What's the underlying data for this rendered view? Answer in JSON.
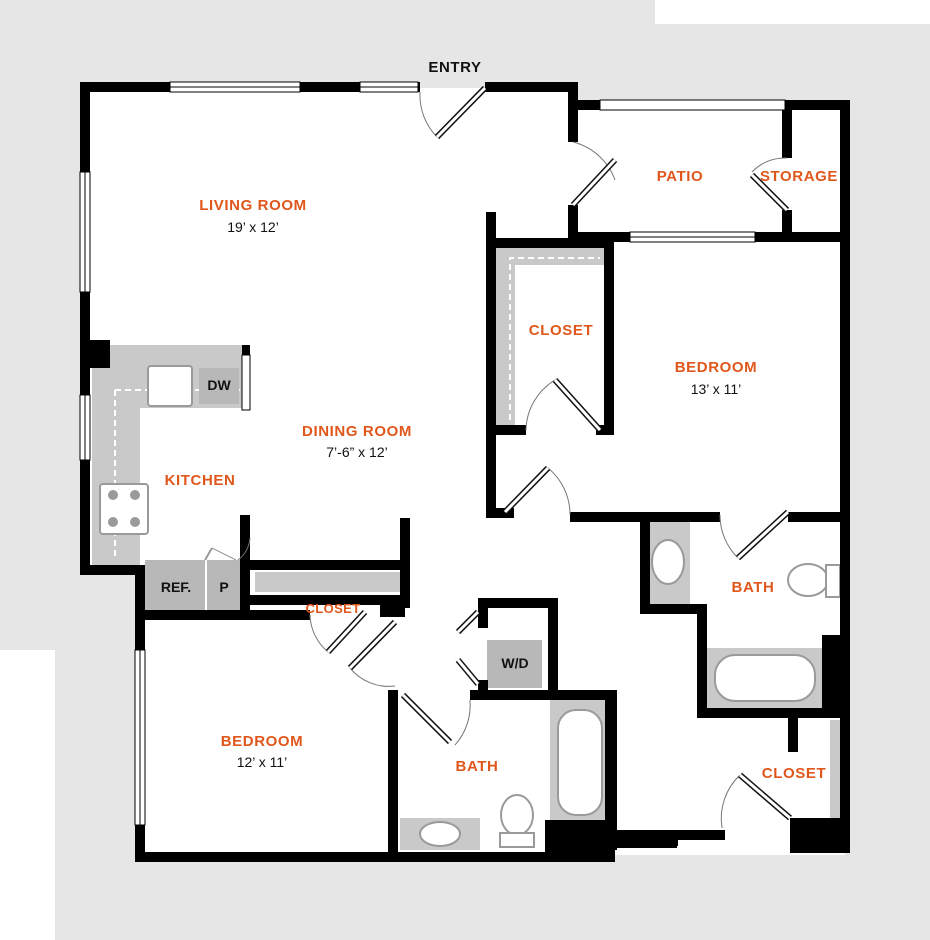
{
  "colors": {
    "background_shade": "#e6e6e6",
    "wall": "#000000",
    "label_accent": "#e0571c",
    "label_dark": "#111111",
    "counter": "#c9c9c9"
  },
  "labels": {
    "entry": "ENTRY",
    "living_room": {
      "name": "LIVING ROOM",
      "dimensions": "19’ x  12’"
    },
    "dining_room": {
      "name": "DINING ROOM",
      "dimensions": "7’-6” x 12’"
    },
    "kitchen": {
      "name": "KITCHEN"
    },
    "patio": {
      "name": "PATIO"
    },
    "storage": {
      "name": "STORAGE"
    },
    "closet_master": {
      "name": "CLOSET"
    },
    "bedroom_master": {
      "name": "BEDROOM",
      "dimensions": "13’ x 11’"
    },
    "bath_master": {
      "name": "BATH"
    },
    "closet_hall": {
      "name": "CLOSET"
    },
    "bedroom_second": {
      "name": "BEDROOM",
      "dimensions": "12’ x 11’"
    },
    "bath_second": {
      "name": "BATH"
    },
    "closet_right": {
      "name": "CLOSET"
    }
  },
  "fixtures": {
    "dishwasher": "DW",
    "refrigerator": "REF.",
    "pantry": "P",
    "washer_dryer": "W/D"
  },
  "icons": [
    "door-swing-icon",
    "sink-icon",
    "toilet-icon",
    "bathtub-icon",
    "cooktop-icon",
    "window-icon"
  ]
}
